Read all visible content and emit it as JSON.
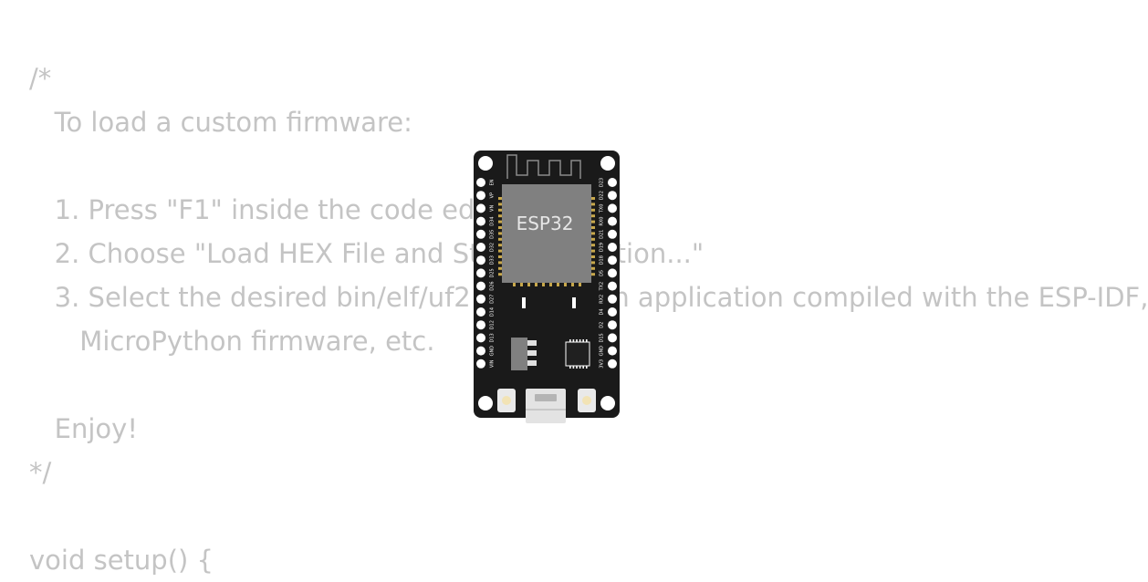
{
  "code_lines": [
    "/*",
    "   To load a custom firmware:",
    "",
    "   1. Press \"F1\" inside the code editor",
    "   2. Choose \"Load HEX File and Start Simulation...\"",
    "   3. Select the desired bin/elf/uf2 file (e.g. an application compiled with the ESP-IDF,",
    "      MicroPython firmware, etc.",
    "",
    "   Enjoy!",
    "*/",
    "",
    "void setup() {"
  ],
  "board": {
    "chip_label": "ESP32",
    "pins_left": [
      "EN",
      "VP",
      "VN",
      "D34",
      "D35",
      "D32",
      "D33",
      "D25",
      "D26",
      "D27",
      "D14",
      "D12",
      "D13",
      "GND",
      "VIN"
    ],
    "pins_right": [
      "D23",
      "D22",
      "TX0",
      "RX0",
      "D21",
      "D19",
      "D18",
      "D5",
      "TX2",
      "RX2",
      "D4",
      "D2",
      "D15",
      "GND",
      "3V3"
    ],
    "colors": {
      "pcb": "#1a1a1a",
      "module": "#808080",
      "pin_gold": "#c8a84b",
      "led": "#f2e3b5"
    }
  }
}
